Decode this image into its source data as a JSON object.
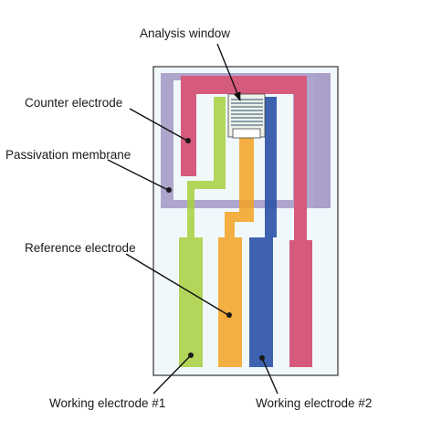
{
  "labels": {
    "analysis_window": "Analysis window",
    "counter_electrode": "Counter electrode",
    "passivation_membrane": "Passivation membrane",
    "reference_electrode": "Reference electrode",
    "working_electrode_1": "Working electrode #1",
    "working_electrode_2": "Working electrode #2"
  },
  "colors": {
    "substrate": "#f1f8fb",
    "passivation": "#aaa0c9",
    "counter": "#d65a7c",
    "reference": "#f4a428",
    "working_1": "#a9d043",
    "working_2": "#2f55a8",
    "outline": "#333333"
  }
}
